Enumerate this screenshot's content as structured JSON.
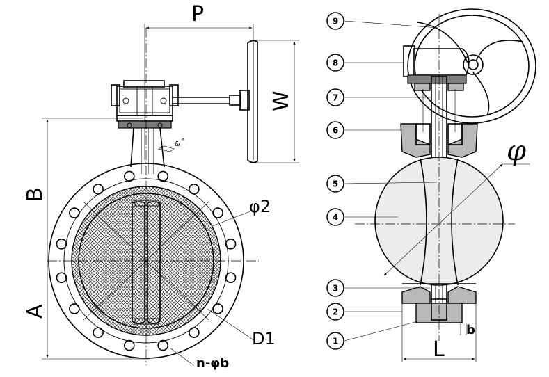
{
  "dimensions": {
    "P": "P",
    "W": "W",
    "B": "B",
    "A": "A",
    "phi2": "φ2",
    "D1": "D1",
    "n_phi_b": "n-φb",
    "L": "L",
    "b": "b",
    "phi": "φ"
  },
  "balloons": [
    "1",
    "2",
    "3",
    "4",
    "5",
    "6",
    "7",
    "8",
    "9"
  ]
}
